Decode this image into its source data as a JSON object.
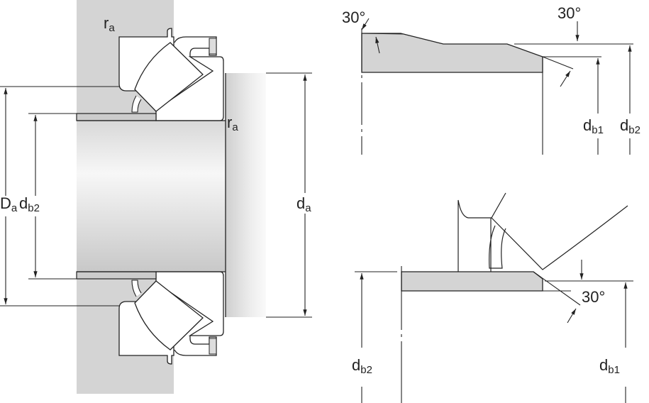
{
  "colors": {
    "housing": "#d4d4d4",
    "line": "#222222",
    "part": "#ffffff"
  },
  "left_view": {
    "ra_top": {
      "base": "r",
      "sub": "a"
    },
    "ra_shaft": {
      "base": "r",
      "sub": "a"
    },
    "Da": {
      "base": "D",
      "sub": "a"
    },
    "db2": {
      "base": "d",
      "sub": "b2"
    },
    "da": {
      "base": "d",
      "sub": "a"
    }
  },
  "top_right_view": {
    "angle_left": "30°",
    "angle_right": "30°",
    "db1": {
      "base": "d",
      "sub": "b1"
    },
    "db2": {
      "base": "d",
      "sub": "b2"
    }
  },
  "bottom_right_view": {
    "angle": "30°",
    "db2": {
      "base": "d",
      "sub": "b2"
    },
    "db1": {
      "base": "d",
      "sub": "b1"
    }
  }
}
